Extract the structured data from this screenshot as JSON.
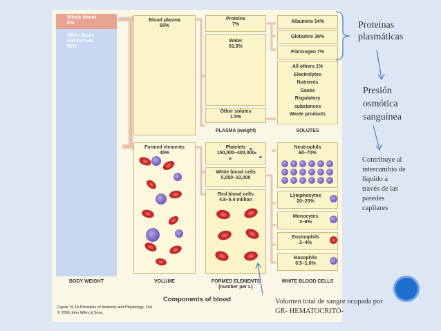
{
  "figure": {
    "whole_blood": "Whole blood\n8%",
    "other_fluids": "Other fluids\nand tissues\n92%",
    "blood_plasma": "Blood plasma\n55%",
    "formed_elements": "Formed elements\n45%",
    "proteins": "Proteins\n7%",
    "water": "Water\n91.5%",
    "other_solutes": "Other solutes\n1.5%",
    "albumins": "Albumins 54%",
    "globulins": "Globulins 38%",
    "fibrinogen": "Fibrinogen 7%",
    "all_others": "All others 1%\nElectrolytes\nNutrients\nGases\nRegulatory\nsubstances\nWaste products",
    "plasma_weight": "PLASMA (weight)",
    "solutes": "SOLUTES",
    "platelets": "Platelets\n150,000–400,000",
    "white_blood_cells": "White blood cells\n5,000–10,000",
    "red_blood_cells": "Red blood cells\n4.8–5.4 million",
    "neutrophils": "Neutrophils\n60–70%",
    "lymphocytes": "Lymphocytes\n20–25%",
    "monocytes": "Monocytes\n3–8%",
    "eosinophils": "Eosinophils\n2–4%",
    "basophils": "Basophils\n0.5–1.0%",
    "body_weight": "BODY WEIGHT",
    "volume": "VOLUME",
    "formed_elements_count": "FORMED ELEMENTS\n(number per L)",
    "white_blood_cells_col": "WHITE BLOOD CELLS",
    "components_title": "Components of blood",
    "caption_line1": "Figure 19-1b Principles of Anatomy and Physiology, 11/e",
    "caption_line2": "© 2006 John Wiley & Sons"
  },
  "notes": {
    "proteinas": "Proteínas\nplasmáticas",
    "presion": "Presión\nosmótica\nsanguínea",
    "contribuye": "Contribuye al\nintercambio de\nliquido a\ntravés de las\nparedes\ncapilares",
    "volumen": "Volumen total de sangre ocupada por\nGR- HEMATOCRITO-"
  },
  "colors": {
    "slide_bg": "#dde7f3",
    "accent_circle": "#1f6fd1",
    "arrow": "#4a7fc1"
  }
}
